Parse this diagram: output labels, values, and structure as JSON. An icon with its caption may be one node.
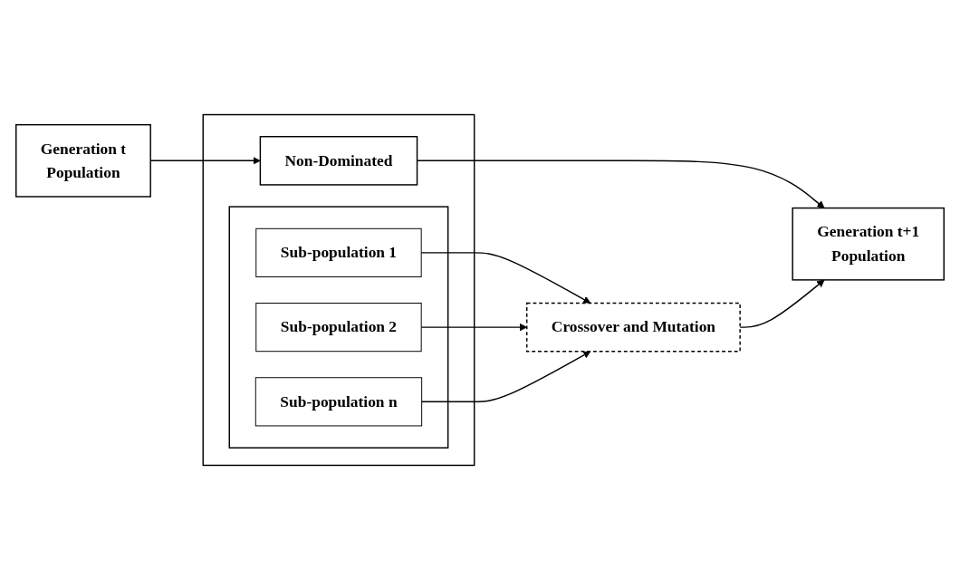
{
  "diagram": {
    "nodes": [
      {
        "text": [
          "Generation t",
          "Population"
        ]
      },
      {
        "text": [],
        "shape": "box"
      },
      {
        "text": [
          "Non-Dominated"
        ],
        "in": 1
      },
      {
        "text": [],
        "shape": "box",
        "in": 1
      },
      {
        "text": [
          "Sub-population 1"
        ],
        "in": 3
      },
      {
        "text": [
          "Sub-population 2"
        ],
        "in": 3
      },
      {
        "text": [
          "Sub-population n"
        ],
        "in": 3
      },
      {
        "text": [
          "Crossover and Mutation"
        ]
      },
      {
        "text": [
          "Generation t+1",
          "Population"
        ]
      }
    ],
    "edges": [
      {
        "from": 0,
        "to": 2,
        "arrow": "to"
      },
      {
        "from": 2,
        "to": 8,
        "arrow": "to"
      },
      {
        "from": 4,
        "to": 7,
        "arrow": "to"
      },
      {
        "from": 5,
        "to": 7,
        "arrow": "to"
      },
      {
        "from": 6,
        "to": 7,
        "arrow": "to"
      },
      {
        "from": 7,
        "to": 8,
        "arrow": "to"
      }
    ]
  }
}
